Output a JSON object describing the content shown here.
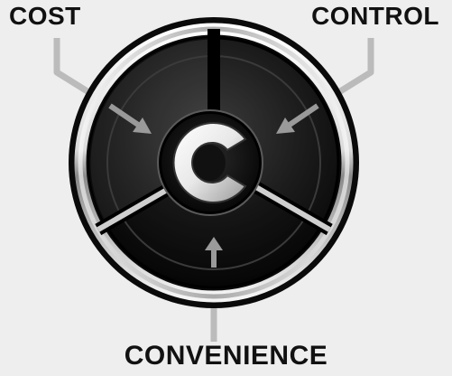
{
  "labels": {
    "cost": "COST",
    "control": "CONTROL",
    "convenience": "CONVENIENCE"
  },
  "center_glyph": "C",
  "colors": {
    "background": "#eeeeee",
    "connector": "#bbbbbb",
    "ring_dark": "#0a0a0a",
    "chrome_light": "#ffffff",
    "chrome_dark": "#555555",
    "label_text": "#111111"
  },
  "icons": [
    "cost-arrow-icon",
    "control-arrow-icon",
    "convenience-arrow-icon"
  ]
}
